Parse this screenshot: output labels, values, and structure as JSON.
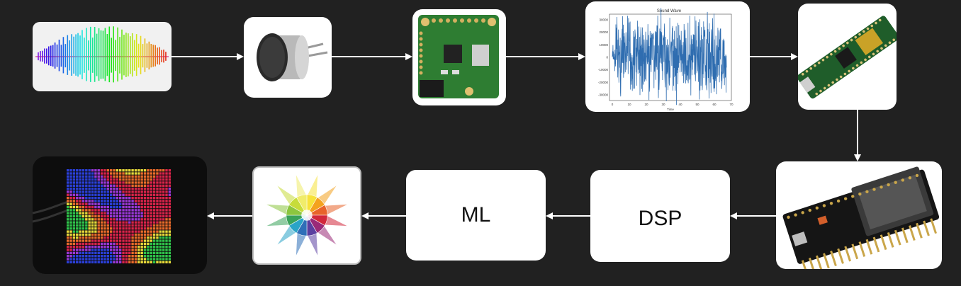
{
  "nodes": {
    "sound_wave_graphic": {
      "label": ""
    },
    "microphone": {
      "label": ""
    },
    "audio_adapter_board": {
      "label": ""
    },
    "waveform_plot": {
      "title": "Sound Wave",
      "xlabel": "Time",
      "y_ticks": [
        "30000",
        "20000",
        "10000",
        "0",
        "-10000",
        "-20000",
        "-30000"
      ],
      "x_ticks": [
        "0",
        "10",
        "20",
        "30",
        "40",
        "50",
        "60",
        "70"
      ]
    },
    "microcontroller_board": {
      "label": ""
    },
    "esp32_board": {
      "label": ""
    },
    "dsp": {
      "label": "DSP"
    },
    "ml": {
      "label": "ML"
    },
    "color_emotion_wheel": {
      "label": ""
    },
    "led_matrix": {
      "label": ""
    }
  },
  "colors": {
    "background": "#212121",
    "node_fill": "#ffffff",
    "arrow": "#ffffff",
    "waveform": "#2f6db0"
  }
}
